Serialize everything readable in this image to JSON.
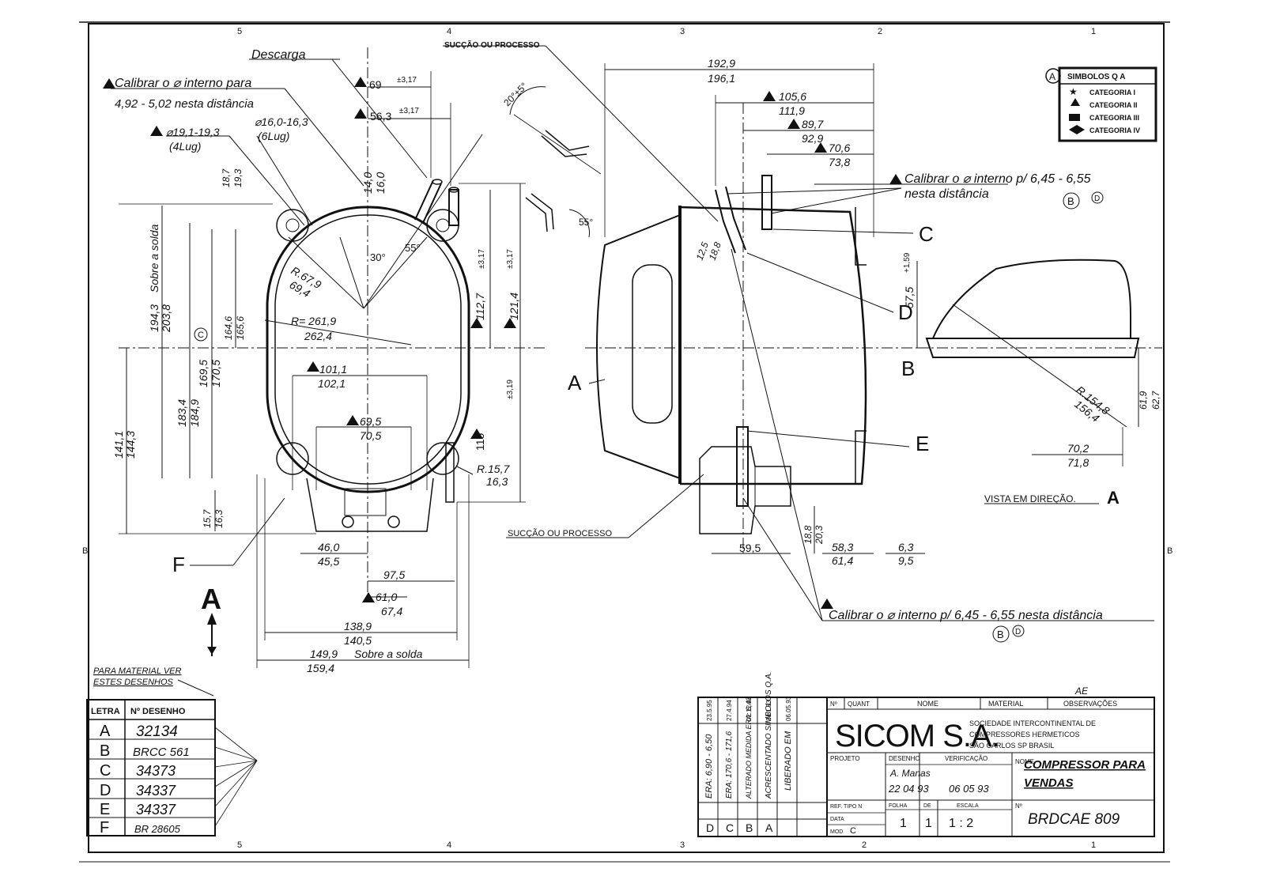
{
  "notes": {
    "descarga": "Descarga",
    "succao_top": "SUCÇÃO OU PROCESSO",
    "succao_mid": "SUCÇÃO OU PROCESSO",
    "calibrar_left_1": "Calibrar o ⌀ interno para",
    "calibrar_left_2": "4,92 - 5,02 nesta distância",
    "calibrar_right_1": "Calibrar o ⌀ interno p/ 6,45 - 6,55",
    "calibrar_right_2": "nesta distância",
    "calibrar_bottom": "Calibrar o ⌀ interno p/ 6,45 - 6,55 nesta distância",
    "vista": "VISTA EM DIREÇÃO.",
    "vista_letter": "A",
    "view_arrow_letter": "A",
    "circle_b1": "B",
    "circle_d1": "D",
    "circle_b2": "B",
    "circle_d2": "D",
    "para_material_1": "PARA MATERIAL VER",
    "para_material_2": "ESTES DESENHOS"
  },
  "dimensions": {
    "d_19": "⌀19,1-19,3",
    "d_19_lug": "(4Lug)",
    "d_16": "⌀16,0-16,3",
    "d_16_lug": "(6Lug)",
    "v_69": "69",
    "v_56": "56,3",
    "v_317a": "±3,17",
    "v_317b": "±3,17",
    "v_140": "14,0",
    "v_160": "16,0",
    "v_187": "18,7",
    "v_193": "19,3",
    "angle_30": "30°",
    "angle_55a": "55°",
    "angle_55b": "55°",
    "angle_20": "20°±5°",
    "r_679": "R.67,9",
    "r_694": "69,4",
    "r_2619": "R= 261,9",
    "r_2624": "262,4",
    "v_1943": "194,3",
    "sobre_solda_v": "Sobre a solda",
    "v_2038": "203,8",
    "v_1646": "164,6",
    "v_1656": "165,6",
    "v_1695": "169,5",
    "v_1705": "170,5",
    "v_1834": "183,4",
    "v_1849": "184,9",
    "v_1411": "141,1",
    "v_1443": "144,3",
    "v_157": "15,7",
    "v_163": "16,3",
    "v_1011": "101,1",
    "v_1021": "102,1",
    "v_695": "69,5",
    "v_705": "70,5",
    "v_1127": "112,7",
    "v_1214": "121,4",
    "v_319": "±3,19",
    "v_115": "115",
    "v_317c": "±3,17",
    "v_317d": "±3,17",
    "r_157": "R.15,7",
    "r_163": "16,3",
    "v_460": "46,0",
    "v_455": "45,5",
    "v_975": "97,5",
    "v_610": "61,0",
    "v_674": "67,4",
    "v_1389": "138,9",
    "v_1405": "140,5",
    "v_1499": "149,9",
    "sobre_solda_h": "Sobre a solda",
    "v_1594": "159,4",
    "v_1929": "192,9",
    "v_1961": "196,1",
    "v_1056": "105,6",
    "v_1119": "111,9",
    "v_897": "89,7",
    "v_929": "92,9",
    "v_706": "70,6",
    "v_738": "73,8",
    "v_57": "57,5",
    "v_57tol": "+1,59",
    "v_r1548": "R.154,8",
    "v_r1564": "156,4",
    "v_619": "61,9",
    "v_627": "62,7",
    "v_702": "70,2",
    "v_718": "71,8",
    "v_188": "18,8",
    "v_203": "20,3",
    "v_595": "59,5",
    "v_583": "58,3",
    "v_614": "61,4",
    "v_63": "6,3",
    "v_95": "9,5",
    "v_125": "12,5",
    "v_188s": "18,8"
  },
  "callouts": {
    "a": "A",
    "b": "B",
    "c": "C",
    "d": "D",
    "e": "E",
    "f": "F",
    "c_circle": "C"
  },
  "stamp": {
    "letter": "A",
    "title": "SIMBOLOS Q A",
    "rows": [
      "CATEGORIA I",
      "CATEGORIA II",
      "CATEGORIA III",
      "CATEGORIA IV"
    ]
  },
  "materials": {
    "header_letra": "LETRA",
    "header_desenho": "Nº DESENHO",
    "rows": [
      {
        "letra": "A",
        "desenho": "32134"
      },
      {
        "letra": "B",
        "desenho": "BRCC 561"
      },
      {
        "letra": "C",
        "desenho": "34373"
      },
      {
        "letra": "D",
        "desenho": "34337"
      },
      {
        "letra": "E",
        "desenho": "34337"
      },
      {
        "letra": "F",
        "desenho": "BR 28605"
      }
    ]
  },
  "revisions": [
    {
      "rev": "D",
      "desc": "ERA: 6,90 - 6,50",
      "date": "23.5.95"
    },
    {
      "rev": "C",
      "desc": "ERA: 170,6 - 171,6",
      "date": "27.4.94"
    },
    {
      "rev": "B",
      "desc": "ALTERADO MEDIDA ERA: 6,43",
      "date": "02.12.94"
    },
    {
      "rev": "A",
      "desc": "ACRESCENTADO SIMBOLOS Q.A.",
      "date": "24.1.93"
    },
    {
      "rev": "",
      "desc": "LIBERADO EM",
      "date": "06.05.93"
    }
  ],
  "title_block": {
    "hdr_no": "Nº",
    "hdr_quant": "QUANT",
    "hdr_nome": "NOME",
    "hdr_material": "MATERIAL",
    "hdr_obs": "OBSERVAÇÕES",
    "ae": "AE",
    "company": "SICOM S.A.",
    "company_line1": "SOCIEDADE INTERCONTINENTAL DE",
    "company_line2": "COMPRESSORES HERMETICOS",
    "company_line3": "SÃO CARLOS  SP  BRASIL",
    "projeto_label": "PROJETO",
    "desenho_label": "DESENHO",
    "verificacao_label": "VERIFICAÇÃO",
    "desenhista": "A. Manas",
    "date1": "22 04 93",
    "date2": "06 05 93",
    "nome_label": "NOME",
    "nome_1": "COMPRESSOR PARA",
    "nome_2": "VENDAS",
    "ref_label": "REF. TIPO N",
    "data_label": "DATA",
    "folha_label": "FOLHA",
    "de_label": "DE",
    "escala_label": "ESCALA",
    "modelo_label": "MOD",
    "folha": "1",
    "de": "1",
    "escala": "1 : 2",
    "numero_label": "Nº",
    "numero": "BRDCAE 809",
    "cat": "C"
  },
  "grid": {
    "top": [
      "5",
      "4",
      "3",
      "2",
      "1"
    ],
    "bottom": [
      "5",
      "4",
      "3",
      "2",
      "1"
    ],
    "side": [
      "B",
      "B"
    ]
  }
}
